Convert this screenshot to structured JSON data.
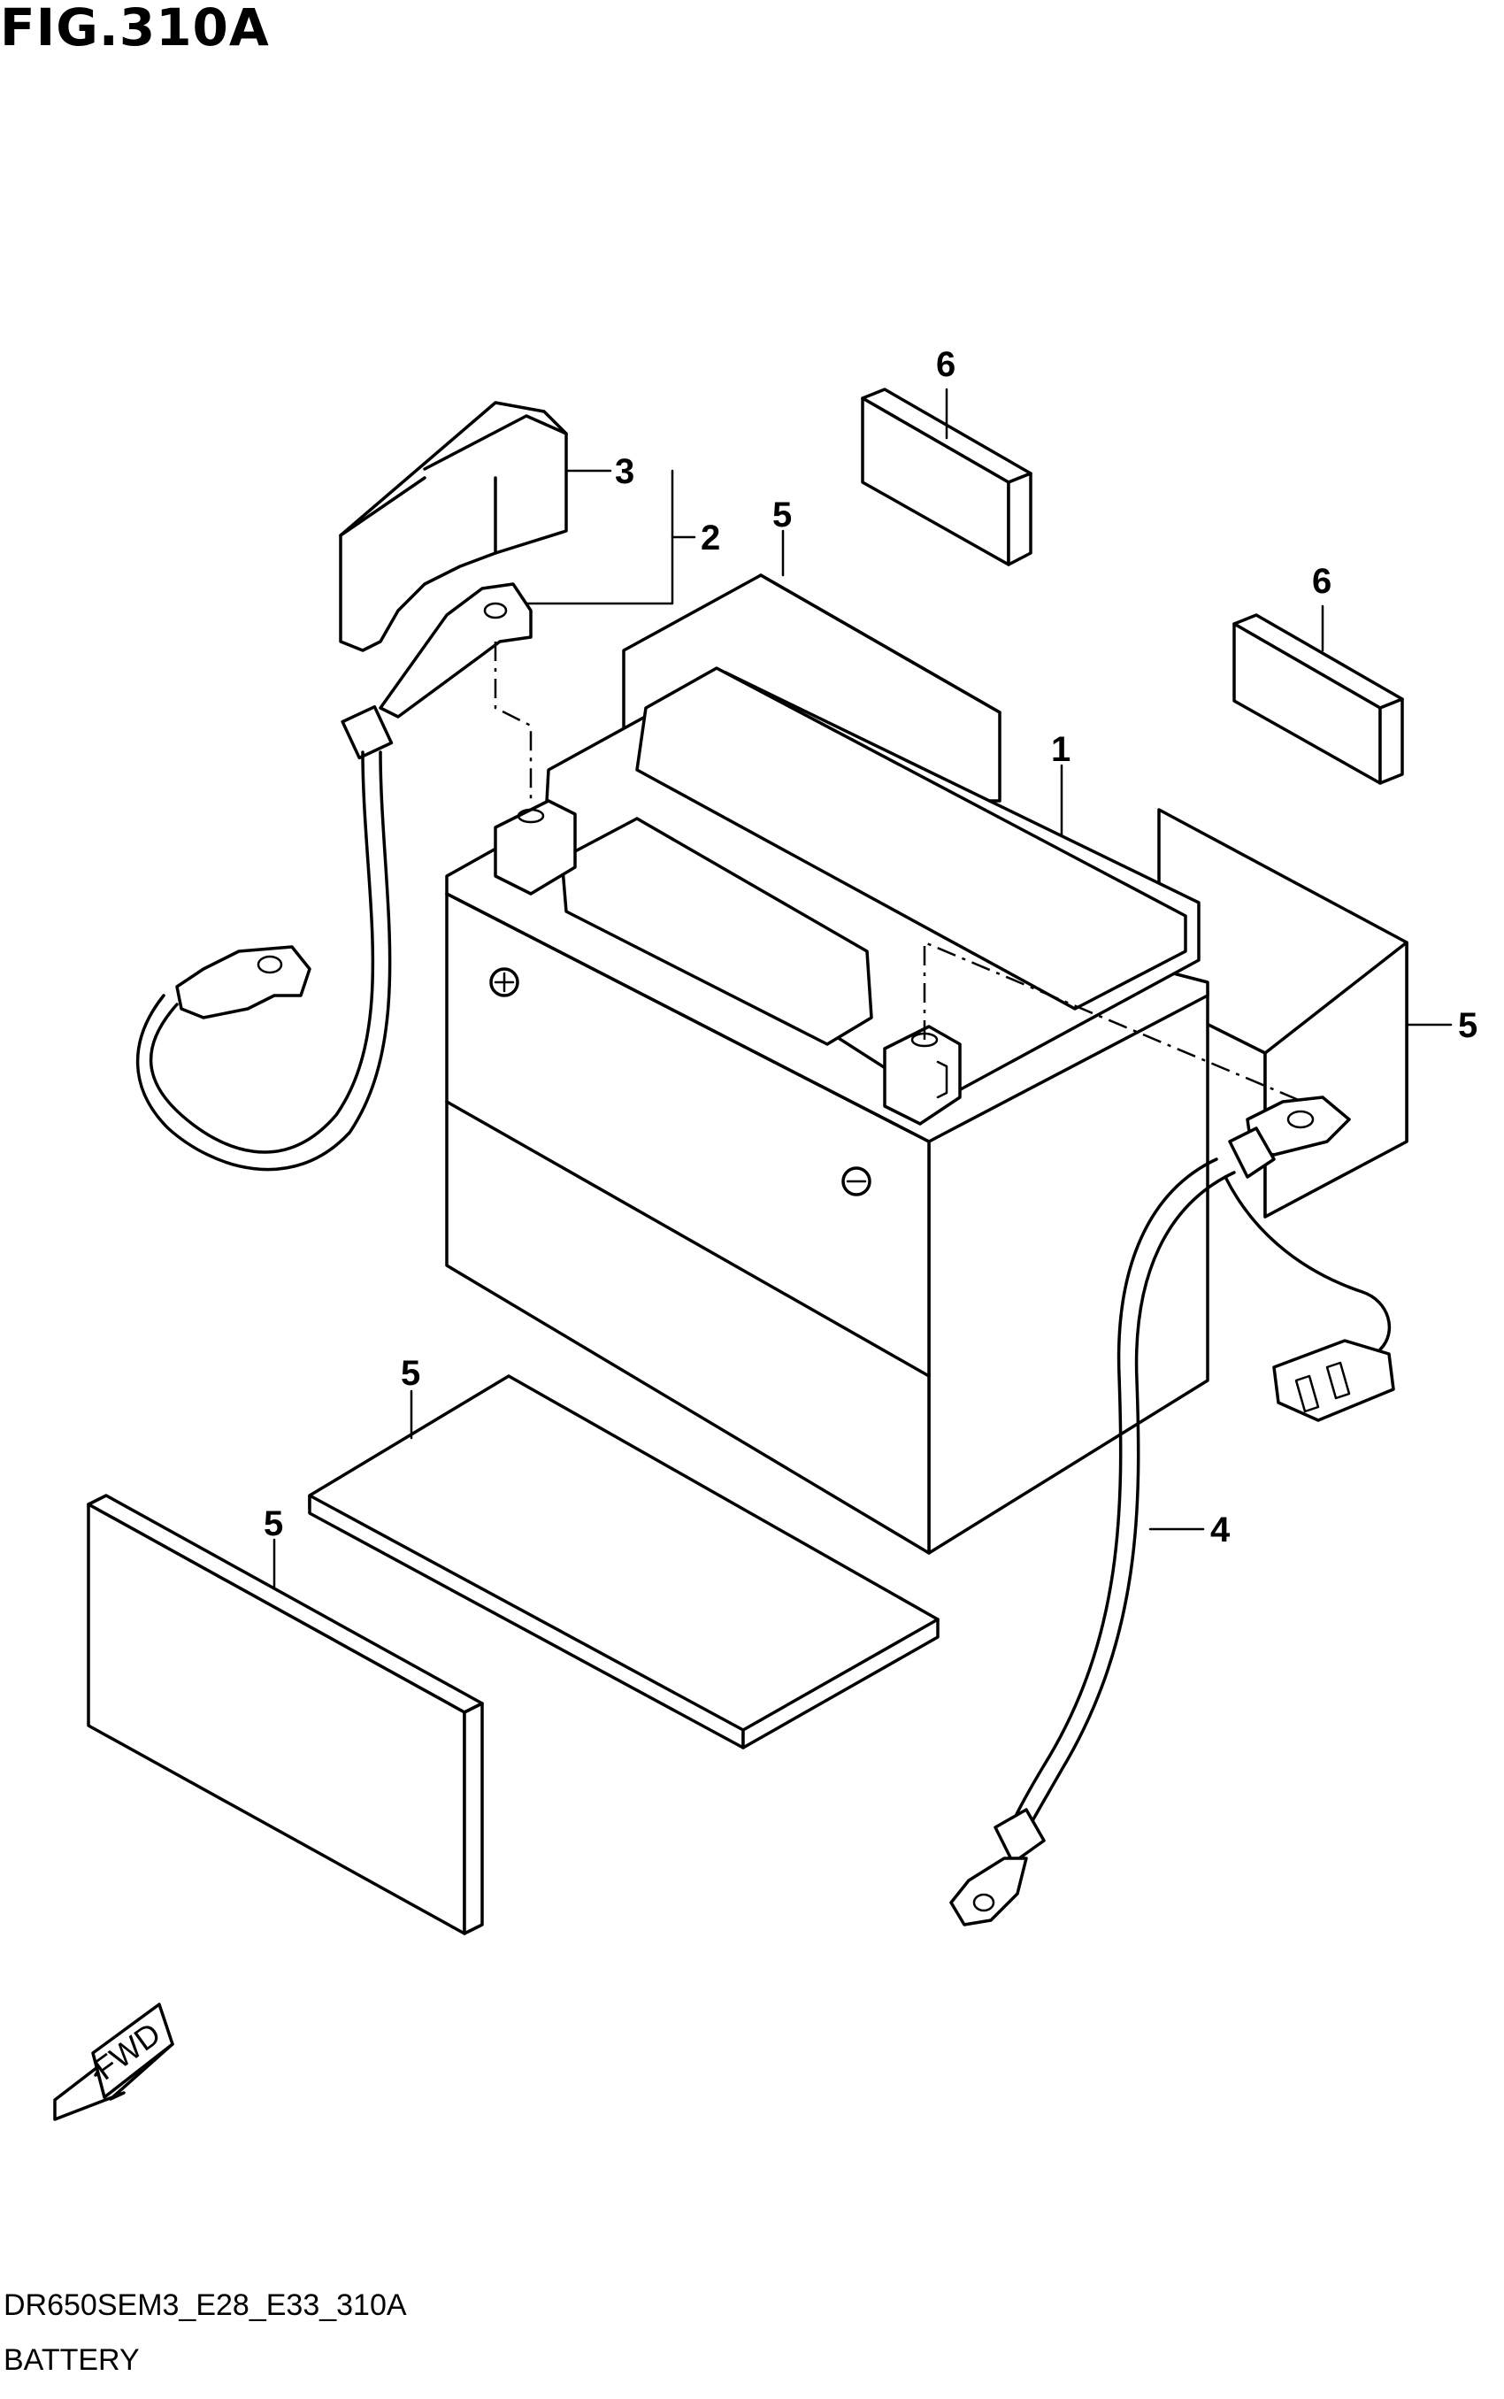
{
  "figure": {
    "title": "FIG.310A",
    "diagram_code": "DR650SEM3_E28_E33_310A",
    "section_name": "BATTERY"
  },
  "callouts": [
    "1",
    "2",
    "3",
    "4",
    "5",
    "6"
  ],
  "direction_label": "FWD"
}
